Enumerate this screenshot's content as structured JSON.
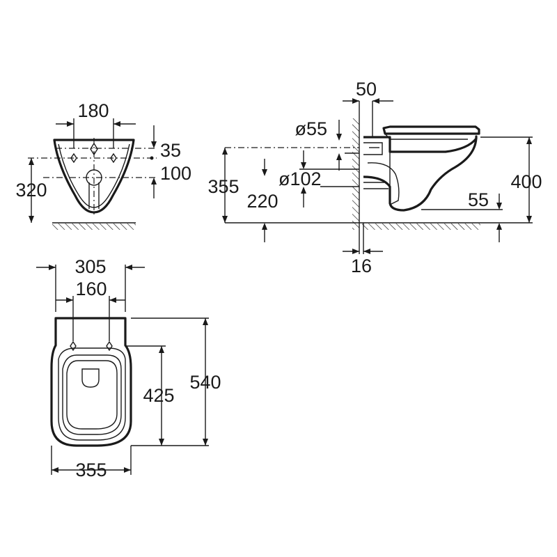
{
  "front_view": {
    "width_fixings": "180",
    "offset_upper": "35",
    "offset_lower": "100",
    "height_total": "320"
  },
  "side_view": {
    "width_50": "50",
    "inlet_diameter": "ø55",
    "outlet_diameter": "ø102",
    "height_355": "355",
    "height_220": "220",
    "height_400": "400",
    "offset_55": "55",
    "wall_16": "16"
  },
  "top_view": {
    "width_305": "305",
    "width_160": "160",
    "length_540": "540",
    "length_425": "425",
    "width_355": "355"
  }
}
